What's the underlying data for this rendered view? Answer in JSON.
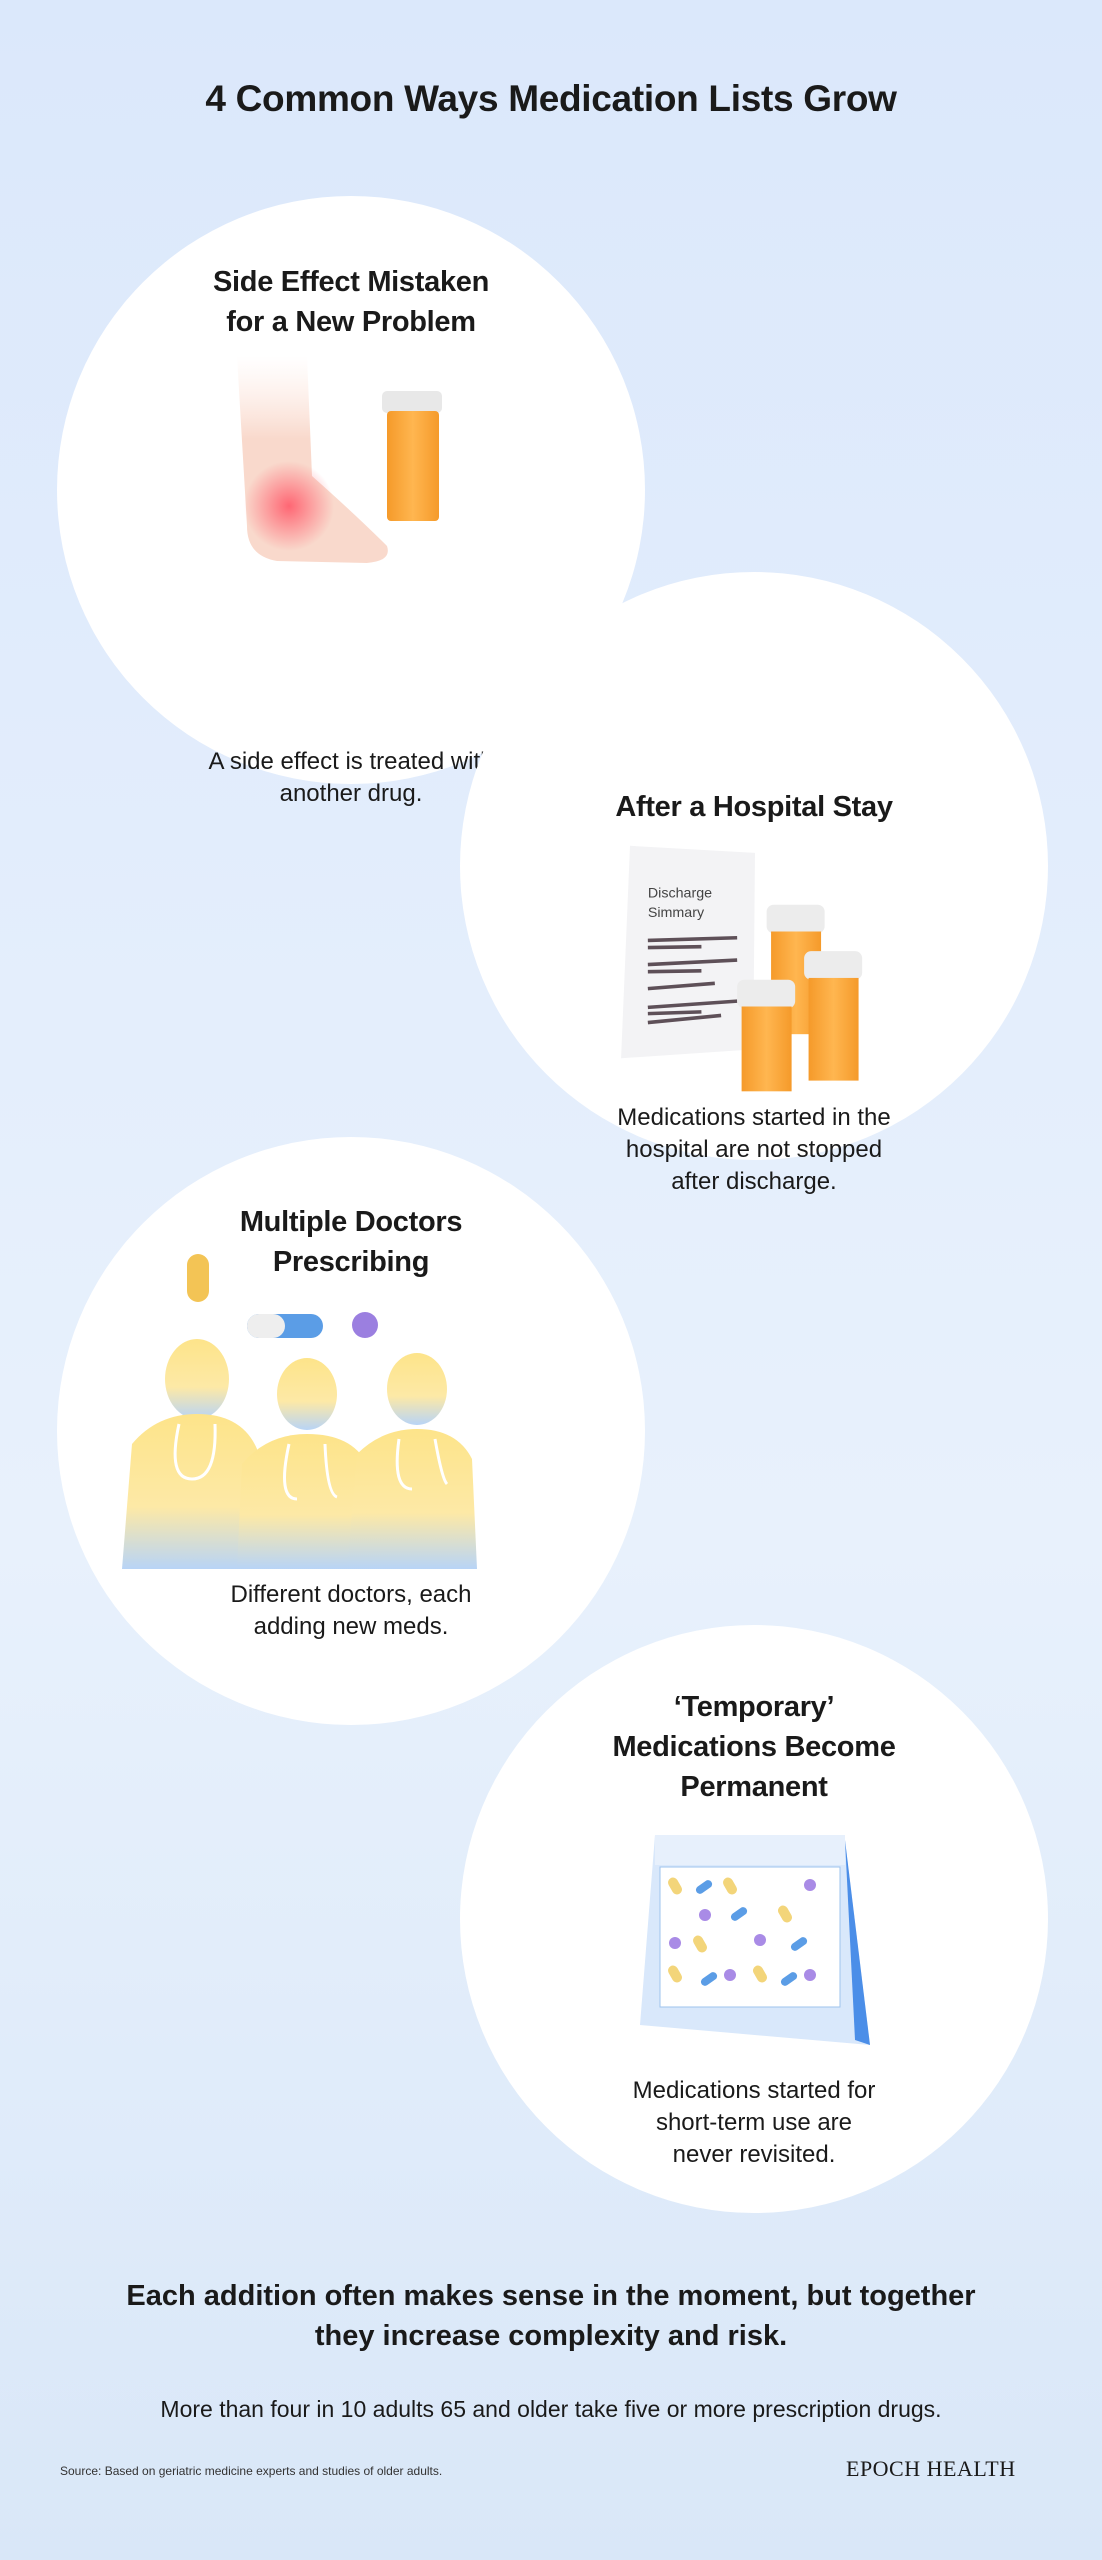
{
  "title": "4 Common Ways Medication Lists Grow",
  "cards": [
    {
      "title_lines": [
        "Side Effect Mistaken",
        "for a New Problem"
      ],
      "desc_lines": [
        "A side effect is treated with",
        "another drug."
      ]
    },
    {
      "title_lines": [
        "After a Hospital Stay"
      ],
      "desc_lines": [
        "Medications started in the",
        "hospital are not stopped",
        "after discharge."
      ],
      "doc_lines": [
        "Discharge",
        "Simmary"
      ]
    },
    {
      "title_lines": [
        "Multiple Doctors",
        "Prescribing"
      ],
      "desc_lines": [
        "Different doctors, each",
        "adding new meds."
      ]
    },
    {
      "title_lines": [
        "‘Temporary’",
        "Medications Become",
        "Permanent"
      ],
      "desc_lines": [
        "Medications started for",
        "short-term use are",
        "never revisited."
      ]
    }
  ],
  "summary": {
    "lines": [
      "Each addition often makes sense in the moment, but together",
      "they increase complexity and risk."
    ]
  },
  "stat": "More than four in 10 adults 65 and older take five or more prescription drugs.",
  "source": "Source: Based on geriatric medicine experts and studies of older adults.",
  "logo": "EPOCH HEALTH",
  "colors": {
    "bottle": "#f7a034",
    "cap": "#eeeeee",
    "pain": "#ff5a6a"
  }
}
